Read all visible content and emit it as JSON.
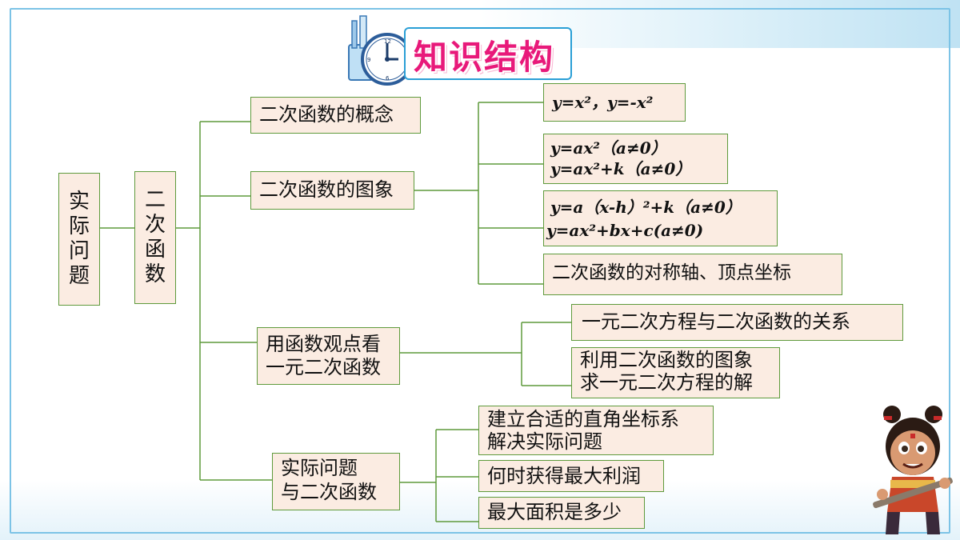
{
  "title": "知识结构",
  "root": "实际问题",
  "topic": "二次函数",
  "branches": {
    "concept": "二次函数的概念",
    "graph": "二次函数的图象",
    "equation": [
      "用函数观点看",
      "一元二次函数"
    ],
    "practical": [
      "实际问题",
      "与二次函数"
    ]
  },
  "concept_items": {
    "f1": "y=x²，y=-x²"
  },
  "graph_items": {
    "f2": [
      "y=ax²（a≠0）",
      "y=ax²+k（a≠0）"
    ],
    "f3": [
      "y=a（x-h）²+k（a≠0）",
      "y=ax²+bx+c(a≠0)"
    ],
    "axis": "二次函数的对称轴、顶点坐标"
  },
  "equation_items": {
    "relation": "一元二次方程与二次函数的关系",
    "solve": [
      "利用二次函数的图象",
      "求一元二次方程的解"
    ]
  },
  "practical_items": {
    "coord": [
      "建立合适的直角坐标系",
      "解决实际问题"
    ],
    "profit": "何时获得最大利润",
    "area": "最大面积是多少"
  },
  "colors": {
    "box_fill": "#fbece2",
    "box_border": "#5f9a3c",
    "connector": "#5f9a3c",
    "title": "#e8197a",
    "frame": "#7cc3e6"
  }
}
